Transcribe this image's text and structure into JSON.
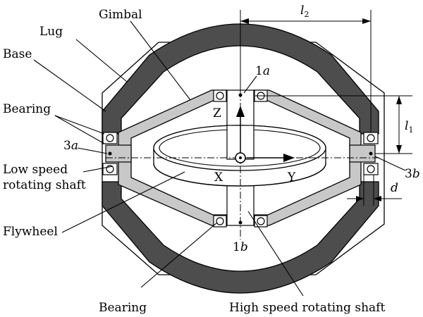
{
  "labels": {
    "lug": "Lug",
    "gimbal": "Gimbal",
    "base": "Base",
    "bearing_top": "Bearing",
    "low_speed_1": "Low speed",
    "low_speed_2": "rotating shaft",
    "flywheel": "Flywheel",
    "bearing_bottom": "Bearing",
    "high_speed": "High speed rotating shaft"
  },
  "points": {
    "p1a_num": "1",
    "p1a_let": "a",
    "p1b_num": "1",
    "p1b_let": "b",
    "p3a_num": "3",
    "p3a_let": "a",
    "p3b_num": "3",
    "p3b_let": "b"
  },
  "axes": {
    "z": "Z",
    "x": "X",
    "y": "Y"
  },
  "dimensions": {
    "l2_main": "l",
    "l2_sub": "2",
    "l1_main": "l",
    "l1_sub": "1",
    "d": "d"
  },
  "colors": {
    "base_ring": "#4d4d4d",
    "gimbal_fill": "#c8c8c8",
    "outline": "#000000",
    "background": "#ffffff"
  }
}
